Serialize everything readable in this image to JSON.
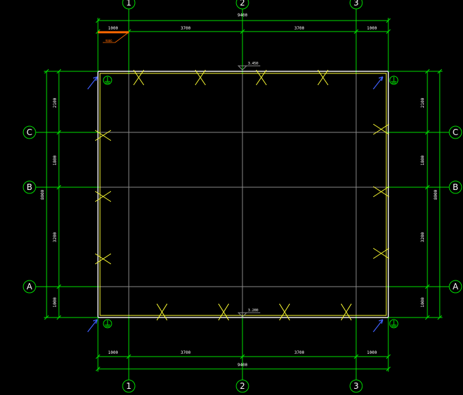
{
  "grid_labels": {
    "col_1": "1",
    "col_2": "2",
    "col_3": "3",
    "row_a": "A",
    "row_b": "B",
    "row_c": "C"
  },
  "dimensions": {
    "top_total": "9400",
    "top_seg_1": "1000",
    "top_seg_2": "3700",
    "top_seg_3": "3700",
    "top_seg_4": "1000",
    "bottom_total": "9400",
    "bottom_seg_1": "1000",
    "bottom_seg_2": "3700",
    "bottom_seg_3": "3700",
    "bottom_seg_4": "1000",
    "left_total": "8000",
    "left_seg_1": "2100",
    "left_seg_2": "1800",
    "left_seg_3": "3200",
    "left_seg_4": "1000",
    "right_total": "8000",
    "right_seg_1": "2100",
    "right_seg_2": "1800",
    "right_seg_3": "3200",
    "right_seg_4": "1000"
  },
  "levels": {
    "top": "3.450",
    "bottom": "3.200"
  },
  "annotation": {
    "orange_leader": "9006"
  },
  "colors": {
    "grid": "#00e000",
    "wall": "#ffffff",
    "marks": "#ffff33",
    "ground": "#4060ff",
    "leader": "#ff6a00"
  }
}
